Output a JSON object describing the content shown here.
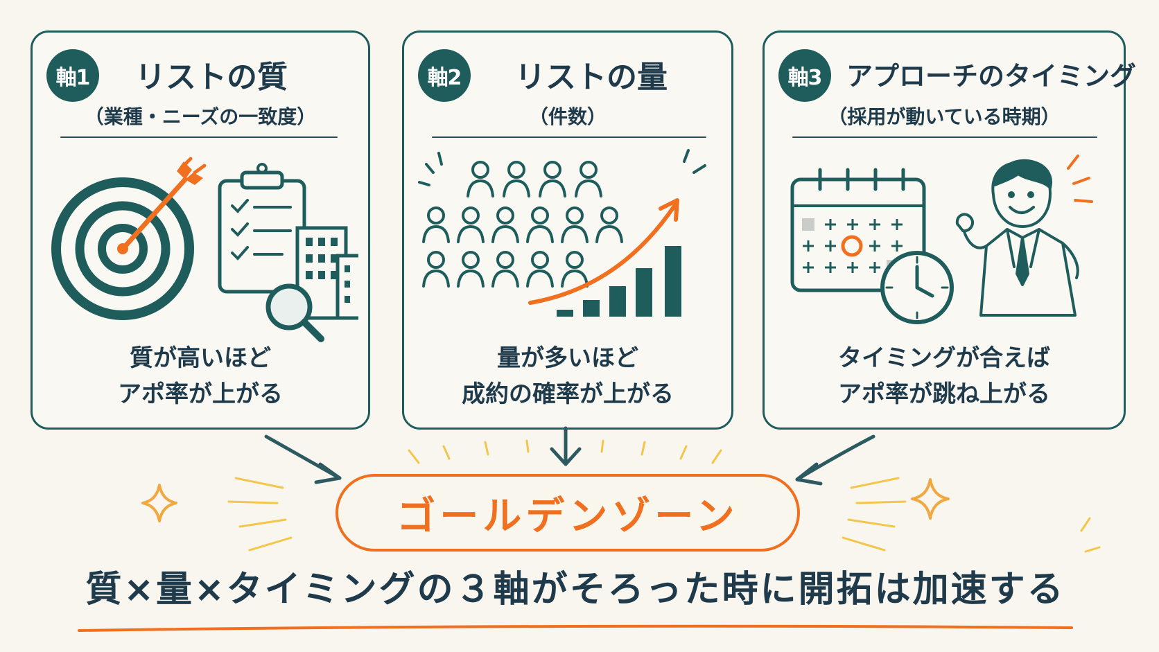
{
  "cards": [
    {
      "badge": "軸1",
      "title": "リストの質",
      "subtitle": "（業種・ニーズの一致度）",
      "caption_line1": "質が高いほど",
      "caption_line2": "アポ率が上がる"
    },
    {
      "badge": "軸2",
      "title": "リストの量",
      "subtitle": "（件数）",
      "caption_line1": "量が多いほど",
      "caption_line2": "成約の確率が上がる"
    },
    {
      "badge": "軸3",
      "title": "アプローチのタイミング",
      "subtitle": "（採用が動いている時期）",
      "caption_line1": "タイミングが合えば",
      "caption_line2": "アポ率が跳ね上がる"
    }
  ],
  "golden_zone": "ゴールデンゾーン",
  "conclusion": "質×量×タイミングの３軸がそろった時に開拓は加速する",
  "colors": {
    "teal": "#1f5d5d",
    "navy": "#1f3a4a",
    "orange": "#f07020",
    "yellow": "#f3c64a",
    "background": "#f8f6ef"
  },
  "icons": [
    "target-arrow-icon",
    "clipboard-checklist-icon",
    "building-icon",
    "magnifier-icon",
    "people-crowd-icon",
    "growth-bar-chart-icon",
    "calendar-icon",
    "clock-icon",
    "businessman-icon",
    "sparkle-icon"
  ]
}
